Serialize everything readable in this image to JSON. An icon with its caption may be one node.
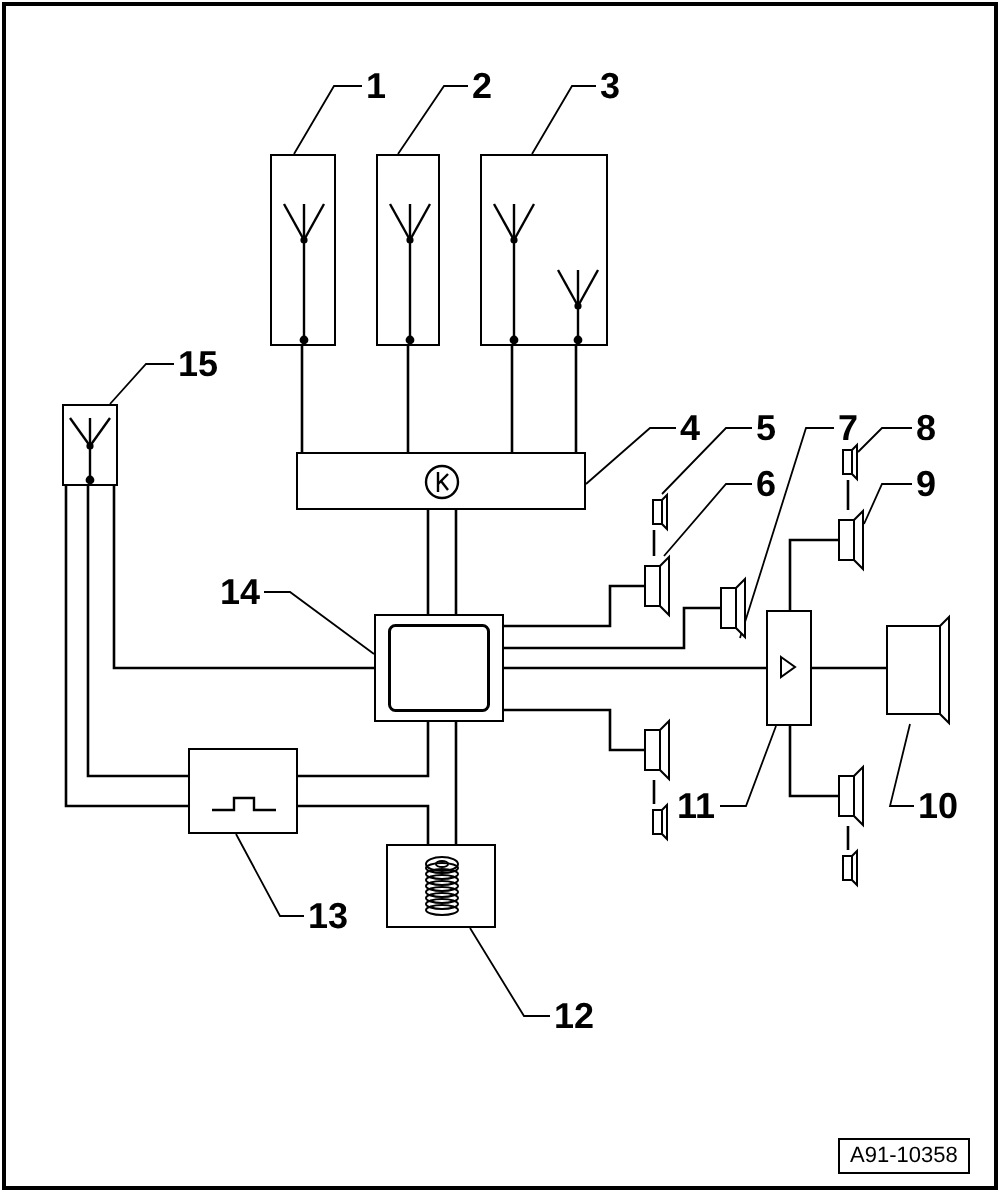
{
  "diagram": {
    "nodes": [
      {
        "text": [
          "1"
        ]
      },
      {
        "text": [
          "2"
        ]
      },
      {
        "text": [
          "3"
        ]
      },
      {
        "text": [
          "4"
        ]
      },
      {
        "text": [
          "5"
        ]
      },
      {
        "text": [
          "6"
        ]
      },
      {
        "text": [
          "7"
        ]
      },
      {
        "text": [
          "8"
        ]
      },
      {
        "text": [
          "9"
        ]
      },
      {
        "text": [
          "10"
        ]
      },
      {
        "text": [
          "11"
        ]
      },
      {
        "text": [
          "12"
        ]
      },
      {
        "text": [
          "13"
        ]
      },
      {
        "text": [
          "14"
        ]
      },
      {
        "text": [
          "15"
        ]
      },
      {
        "text": [],
        "shape": "box"
      },
      {
        "text": [],
        "shape": "box"
      },
      {
        "text": [],
        "shape": "box"
      },
      {
        "text": [],
        "shape": "box"
      },
      {
        "text": [],
        "shape": "speaker"
      },
      {
        "text": [],
        "shape": "speaker"
      },
      {
        "text": [],
        "shape": "speaker"
      },
      {
        "text": [],
        "shape": "speaker"
      },
      {
        "text": [],
        "shape": "speaker"
      },
      {
        "text": [],
        "shape": "speaker"
      },
      {
        "text": [],
        "shape": "box"
      },
      {
        "text": [],
        "shape": "box"
      },
      {
        "text": [],
        "shape": "box"
      },
      {
        "text": [],
        "shape": "box"
      },
      {
        "text": [],
        "shape": "box"
      },
      {
        "text": [],
        "shape": "speaker"
      },
      {
        "text": [],
        "shape": "speaker"
      },
      {
        "text": [],
        "shape": "speaker"
      },
      {
        "text": [],
        "shape": "speaker"
      }
    ],
    "edges": [
      {
        "from": 0,
        "to": 15,
        "arrow": "none"
      },
      {
        "from": 1,
        "to": 16,
        "arrow": "none"
      },
      {
        "from": 2,
        "to": 17,
        "arrow": "none"
      },
      {
        "from": 3,
        "to": 18,
        "arrow": "none"
      },
      {
        "from": 4,
        "to": 19,
        "arrow": "none"
      },
      {
        "from": 5,
        "to": 20,
        "arrow": "none"
      },
      {
        "from": 6,
        "to": 21,
        "arrow": "none"
      },
      {
        "from": 7,
        "to": 22,
        "arrow": "none"
      },
      {
        "from": 8,
        "to": 23,
        "arrow": "none"
      },
      {
        "from": 9,
        "to": 24,
        "arrow": "none"
      },
      {
        "from": 10,
        "to": 25,
        "arrow": "none"
      },
      {
        "from": 11,
        "to": 26,
        "arrow": "none"
      },
      {
        "from": 12,
        "to": 27,
        "arrow": "none"
      },
      {
        "from": 13,
        "to": 28,
        "arrow": "none"
      },
      {
        "from": 14,
        "to": 29,
        "arrow": "none"
      },
      {
        "from": 15,
        "to": 18,
        "arrow": "none"
      },
      {
        "from": 16,
        "to": 18,
        "arrow": "none"
      },
      {
        "from": 17,
        "to": 18,
        "arrow": "none"
      },
      {
        "from": 17,
        "to": 18,
        "arrow": "none"
      },
      {
        "from": 18,
        "to": 28,
        "arrow": "none"
      },
      {
        "from": 18,
        "to": 28,
        "arrow": "none"
      },
      {
        "from": 29,
        "to": 28,
        "arrow": "none"
      },
      {
        "from": 29,
        "to": 27,
        "arrow": "none"
      },
      {
        "from": 29,
        "to": 27,
        "arrow": "none"
      },
      {
        "from": 27,
        "to": 28,
        "arrow": "none"
      },
      {
        "from": 27,
        "to": 26,
        "arrow": "none"
      },
      {
        "from": 28,
        "to": 26,
        "arrow": "none"
      },
      {
        "from": 28,
        "to": 20,
        "arrow": "none"
      },
      {
        "from": 20,
        "to": 19,
        "arrow": "none"
      },
      {
        "from": 28,
        "to": 21,
        "arrow": "none"
      },
      {
        "from": 28,
        "to": 25,
        "arrow": "none"
      },
      {
        "from": 28,
        "to": 30,
        "arrow": "none"
      },
      {
        "from": 30,
        "to": 31,
        "arrow": "none"
      },
      {
        "from": 25,
        "to": 23,
        "arrow": "none"
      },
      {
        "from": 23,
        "to": 22,
        "arrow": "none"
      },
      {
        "from": 25,
        "to": 24,
        "arrow": "none"
      },
      {
        "from": 25,
        "to": 32,
        "arrow": "none"
      },
      {
        "from": 32,
        "to": 33,
        "arrow": "none"
      }
    ],
    "labels": [
      "A91-10358"
    ]
  }
}
